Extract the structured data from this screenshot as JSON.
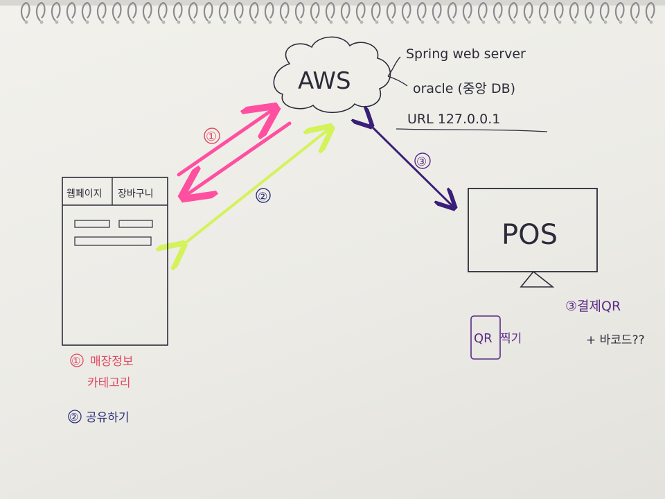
{
  "colors": {
    "pen": "#2b2b3a",
    "arrow1": "#ff4fa0",
    "arrow2": "#d4f25a",
    "arrow3": "#3a1f78",
    "note_red": "#e04860",
    "note_navy": "#2a2f7a",
    "note_purple": "#5a2a86"
  },
  "cloud": {
    "label": "AWS",
    "notes": [
      "Spring web server",
      "oracle (중앙 DB)",
      "URL 127.0.0.1"
    ]
  },
  "arrows": {
    "one": "①",
    "two": "②",
    "three": "③"
  },
  "phone": {
    "tab_left": "웹페이지",
    "tab_right": "장바구니"
  },
  "phone_notes": {
    "item1_mark": "①",
    "item1_line1": "매장정보",
    "item1_line2": "카테고리",
    "item2_mark": "②",
    "item2_line1": "공유하기"
  },
  "pos": {
    "label": "POS",
    "qr_box": "QR",
    "qr_text": "찍기",
    "payment_line1": "③결제QR",
    "payment_line2": "+ 바코드??"
  }
}
